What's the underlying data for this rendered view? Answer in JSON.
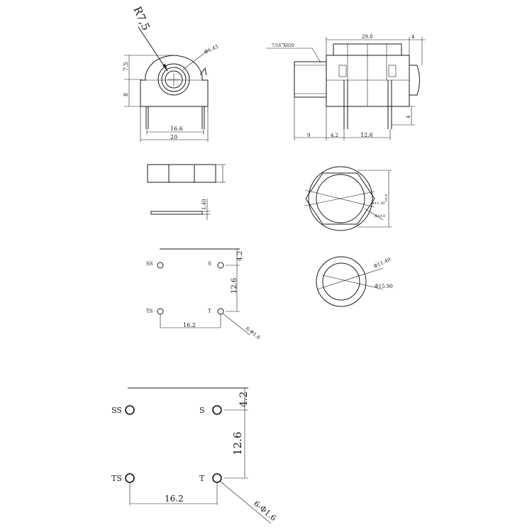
{
  "front_view": {
    "radius_label": "R7,5",
    "hole_label": "Φ6.43",
    "height_top_label": "7.5",
    "height_bottom_label": "8",
    "pin_span_label": "16.6",
    "width_label": "20"
  },
  "side_view": {
    "thread_label": "7/16\"X020",
    "length_label": "29.8",
    "nose_label": "4",
    "pin_height_label": "4",
    "bushing_label": "9",
    "offset_label": "4.2",
    "pin_pitch_label": "12.6"
  },
  "plate_view": {
    "thickness_label": "1.40"
  },
  "nut_view": {
    "inner_label": "Φ12.30",
    "outer_label": "Φ18.0",
    "across_label": "14.8"
  },
  "washer_view": {
    "inner_label": "Φ11.40",
    "outer_label": "Φ15.90"
  },
  "small_footprint": {
    "pad_ss": "SS",
    "pad_s": "S",
    "pad_ts": "TS",
    "pad_t": "T",
    "dim_top": "4.2",
    "dim_vertical": "12.6",
    "dim_horizontal": "16.2",
    "hole_label": "6-Φ1.6"
  },
  "large_footprint": {
    "pad_ss": "SS",
    "pad_s": "S",
    "pad_ts": "TS",
    "pad_t": "T",
    "dim_top": "4.2",
    "dim_vertical": "12.6",
    "dim_horizontal": "16.2",
    "hole_label": "6-Φ1.6"
  }
}
